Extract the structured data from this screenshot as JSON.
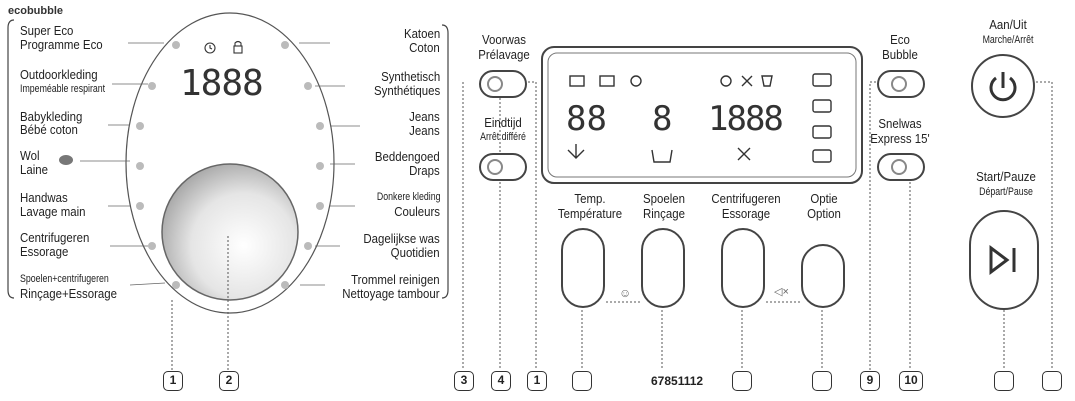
{
  "brand": "ecobubble",
  "left_programs": [
    {
      "l1": "Super Eco",
      "l2": "Programme Eco"
    },
    {
      "l1": "Outdoorkleding",
      "l2": "Impeméable respirant"
    },
    {
      "l1": "Babykleding",
      "l2": "Bébé coton"
    },
    {
      "l1": "Wol",
      "l2": "Laine"
    },
    {
      "l1": "Handwas",
      "l2": "Lavage main"
    },
    {
      "l1": "Centrifugeren",
      "l2": "Essorage"
    },
    {
      "l1": "Spoelen+centrifugeren",
      "l2": "Rinçage+Essorage"
    }
  ],
  "right_programs": [
    {
      "l1": "Katoen",
      "l2": "Coton"
    },
    {
      "l1": "Synthetisch",
      "l2": "Synthétiques"
    },
    {
      "l1": "Jeans",
      "l2": "Jeans"
    },
    {
      "l1": "Beddengoed",
      "l2": "Draps"
    },
    {
      "l1": "Donkere kleding",
      "l2": "Couleurs"
    },
    {
      "l1": "Dagelijkse was",
      "l2": "Quotidien"
    },
    {
      "l1": "Trommel reinigen",
      "l2": "Nettoyage tambour"
    }
  ],
  "dial_display": "1888",
  "buttons": {
    "prewash": {
      "l1": "Voorwas",
      "l2": "Prélavage"
    },
    "delay": {
      "l1": "Eindtijd",
      "l2": "Arrêt différé"
    },
    "temp": {
      "l1": "Temp.",
      "l2": "Température"
    },
    "rinse": {
      "l1": "Spoelen",
      "l2": "Rinçage"
    },
    "spin": {
      "l1": "Centrifugeren",
      "l2": "Essorage"
    },
    "option": {
      "l1": "Optie",
      "l2": "Option"
    },
    "eco_bubble": {
      "l1": "Eco",
      "l2": "Bubble"
    },
    "quick": {
      "l1": "Snelwas",
      "l2": "Express 15'"
    },
    "power": {
      "l1": "Aan/Uit",
      "l2": "Marche/Arrêt"
    },
    "start": {
      "l1": "Start/Pauze",
      "l2": "Départ/Pause"
    }
  },
  "lcd": {
    "d1": "88",
    "d2": "8",
    "d3": "1888"
  },
  "callouts": {
    "n1": "1",
    "n2": "2",
    "n3": "3",
    "n4": "4",
    "n5": "1",
    "n9": "9",
    "n10": "10"
  },
  "part_code": "67851112"
}
